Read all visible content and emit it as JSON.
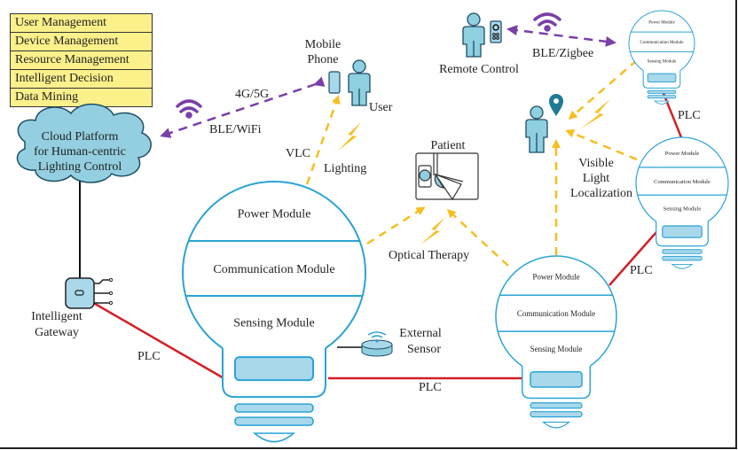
{
  "platform_functions": [
    "User Management",
    "Device Management",
    "Resource Management",
    "Intelligent Decision",
    "Data Mining"
  ],
  "cloud": {
    "lines": [
      "Cloud Platform",
      "for Human-centric",
      "Lighting Control"
    ]
  },
  "gateway": {
    "lines": [
      "Intelligent",
      "Gateway"
    ]
  },
  "mobile": {
    "lines": [
      "Mobile",
      "Phone"
    ],
    "user_label": "User"
  },
  "remote": {
    "label": "Remote Control"
  },
  "patient": {
    "label": "Patient"
  },
  "external_sensor": {
    "lines": [
      "External",
      "Sensor"
    ]
  },
  "links": {
    "cellular": "4G/5G",
    "ble_wifi": "BLE/WiFi",
    "ble_zigbee": "BLE/Zigbee",
    "vlc": "VLC",
    "lighting": "Lighting",
    "optical_therapy": "Optical Therapy",
    "plc": "PLC",
    "vlp": [
      "Visible",
      "Light",
      "Localization"
    ]
  },
  "lamp_modules": [
    "Power Module",
    "Communication Module",
    "Sensing Module"
  ],
  "colors": {
    "lamp_outline": "#2aa3d6",
    "lamp_fill": "#a9d8ea",
    "person_fill": "#8ecfe0",
    "person_stroke": "#1e4d63",
    "plc_line": "#d31f26",
    "wireless_arrow": "#7a3fa8",
    "light_arrow": "#f6be1f",
    "table_fill": "#fbf08a",
    "cloud_fill": "#93cfe0",
    "pin": "#1e7a94"
  }
}
